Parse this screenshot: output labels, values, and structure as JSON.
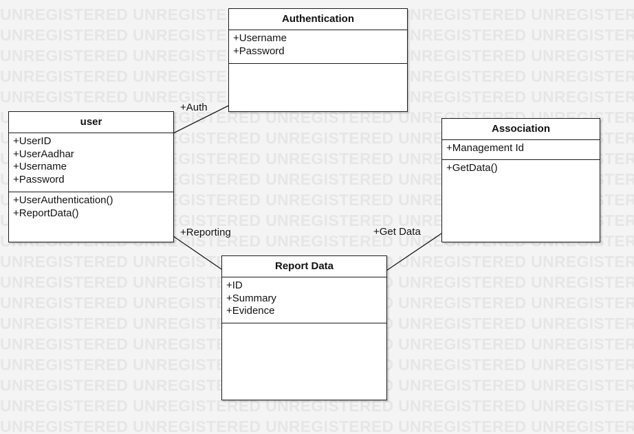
{
  "watermark": "UNREGISTERED",
  "classes": {
    "authentication": {
      "name": "Authentication",
      "attributes": [
        "+Username",
        "+Password"
      ],
      "operations": []
    },
    "user": {
      "name": "user",
      "attributes": [
        "+UserID",
        "+UserAadhar",
        "+Username",
        "+Password"
      ],
      "operations": [
        "+UserAuthentication()",
        "+ReportData()"
      ]
    },
    "association": {
      "name": "Association",
      "attributes": [
        "+Management Id"
      ],
      "operations": [
        "+GetData()"
      ]
    },
    "report_data": {
      "name": "Report Data",
      "attributes": [
        "+ID",
        "+Summary",
        "+Evidence"
      ],
      "operations": []
    }
  },
  "relations": {
    "auth": "+Auth",
    "reporting": "+Reporting",
    "get_data": "+Get Data"
  }
}
